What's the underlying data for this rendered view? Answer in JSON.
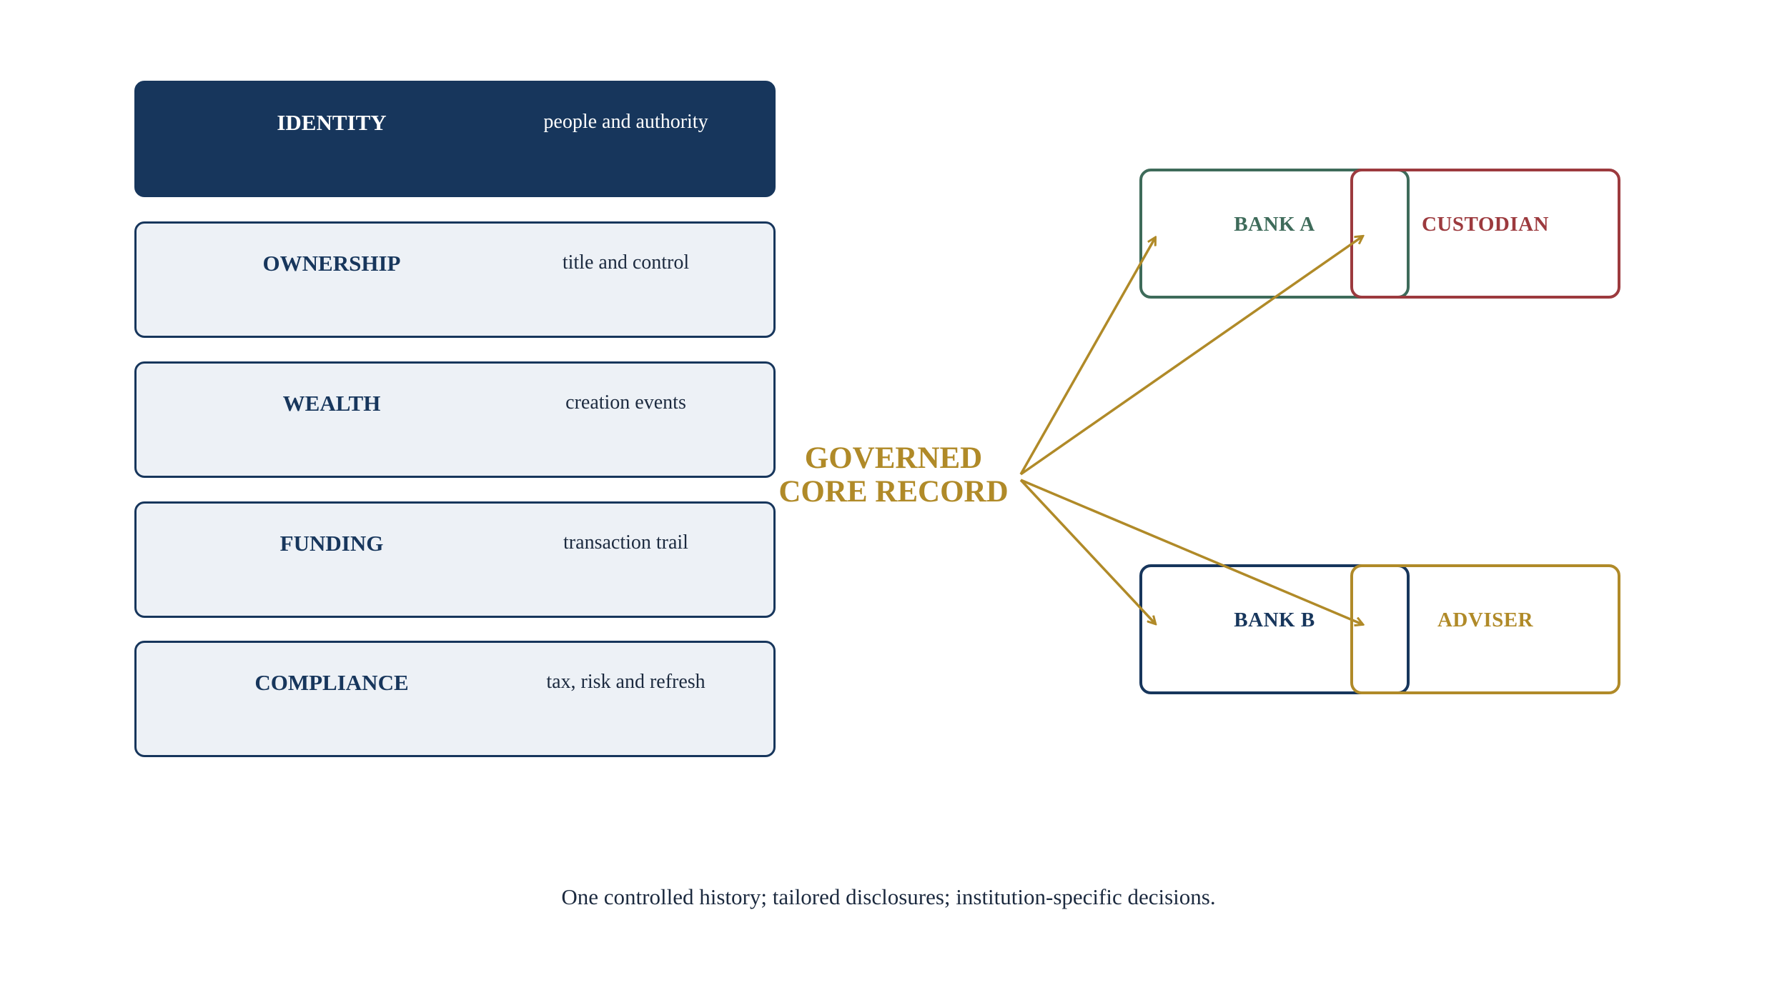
{
  "layers": [
    {
      "title": "IDENTITY",
      "description": "people and authority",
      "highlighted": true
    },
    {
      "title": "OWNERSHIP",
      "description": "title and control",
      "highlighted": false
    },
    {
      "title": "WEALTH",
      "description": "creation events",
      "highlighted": false
    },
    {
      "title": "FUNDING",
      "description": "transaction trail",
      "highlighted": false
    },
    {
      "title": "COMPLIANCE",
      "description": "tax, risk and refresh",
      "highlighted": false
    }
  ],
  "core": {
    "line1": "GOVERNED",
    "line2": "CORE RECORD"
  },
  "institutions": {
    "bank_a": "BANK A",
    "custodian": "CUSTODIAN",
    "bank_b": "BANK B",
    "adviser": "ADVISER"
  },
  "caption": "One controlled history; tailored disclosures; institution-specific decisions.",
  "colors": {
    "navy": "#17365c",
    "light_fill": "#edf1f6",
    "gold": "#b08a28",
    "green": "#3e6b5a",
    "red": "#9c3a3e"
  }
}
